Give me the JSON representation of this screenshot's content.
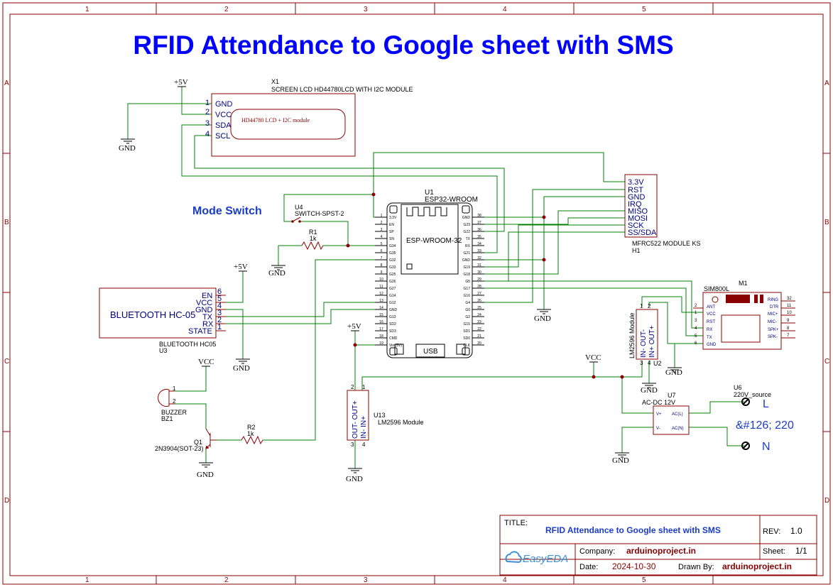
{
  "title": "RFID Attendance to Google sheet with SMS",
  "border": {
    "cols": [
      "1",
      "2",
      "3",
      "4",
      "5"
    ],
    "rows": [
      "A",
      "B",
      "C",
      "D"
    ]
  },
  "annotations": {
    "mode_switch": "Mode Switch",
    "l": "L",
    "n": "N",
    "ac220": "&#126; 220"
  },
  "power": {
    "p5v": "+5V",
    "gnd": "GND",
    "vcc": "VCC"
  },
  "lcd": {
    "ref": "X1",
    "name": "SCREEN LCD HD44780LCD WITH I2C MODULE",
    "inner": "HD44780 LCD + I2C module",
    "pins": [
      {
        "num": "1",
        "name": "GND"
      },
      {
        "num": "2",
        "name": "VCC"
      },
      {
        "num": "3",
        "name": "SDA"
      },
      {
        "num": "4",
        "name": "SCL"
      }
    ]
  },
  "esp32": {
    "ref": "U1",
    "name": "ESP32-WROOM",
    "chip": "ESP-WROOM-32",
    "usb": "USB",
    "left_pins": [
      {
        "num": "1",
        "name": "3.3V"
      },
      {
        "num": "2",
        "name": "EN"
      },
      {
        "num": "3",
        "name": "SP"
      },
      {
        "num": "4",
        "name": "SN"
      },
      {
        "num": "5",
        "name": "G34"
      },
      {
        "num": "6",
        "name": "G35"
      },
      {
        "num": "7",
        "name": "G32"
      },
      {
        "num": "8",
        "name": "G33"
      },
      {
        "num": "9",
        "name": "G25"
      },
      {
        "num": "10",
        "name": "G26"
      },
      {
        "num": "11",
        "name": "G27"
      },
      {
        "num": "12",
        "name": "G14"
      },
      {
        "num": "13",
        "name": "G12"
      },
      {
        "num": "14",
        "name": "GND"
      },
      {
        "num": "15",
        "name": "G13"
      },
      {
        "num": "16",
        "name": "SD2"
      },
      {
        "num": "17",
        "name": "SD3"
      },
      {
        "num": "18",
        "name": "CMD"
      },
      {
        "num": "19",
        "name": "Vin (5V)"
      }
    ],
    "right_pins": [
      {
        "num": "38",
        "name": "GND"
      },
      {
        "num": "37",
        "name": "G23"
      },
      {
        "num": "36",
        "name": "G22"
      },
      {
        "num": "35",
        "name": "TX"
      },
      {
        "num": "34",
        "name": "RX"
      },
      {
        "num": "33",
        "name": "G21"
      },
      {
        "num": "32",
        "name": "GND"
      },
      {
        "num": "31",
        "name": "G19"
      },
      {
        "num": "30",
        "name": "G18"
      },
      {
        "num": "29",
        "name": "G5"
      },
      {
        "num": "28",
        "name": "G17"
      },
      {
        "num": "27",
        "name": "G16"
      },
      {
        "num": "26",
        "name": "G4"
      },
      {
        "num": "25",
        "name": "G0"
      },
      {
        "num": "24",
        "name": "G2"
      },
      {
        "num": "23",
        "name": "G15"
      },
      {
        "num": "22",
        "name": "SD1"
      },
      {
        "num": "21",
        "name": "SD0"
      },
      {
        "num": "20",
        "name": "CLK"
      }
    ]
  },
  "rfid": {
    "ref": "H1",
    "name": "MFRC522 MODULE KS",
    "pins": [
      "3.3V",
      "RST",
      "GND",
      "IRQ",
      "MISO",
      "MOSI",
      "SCK",
      "SS/SDA"
    ]
  },
  "switch": {
    "ref": "U4",
    "name": "SWITCH-SPST-2"
  },
  "r1": {
    "ref": "R1",
    "value": "1k"
  },
  "r2": {
    "ref": "R2",
    "value": "1k"
  },
  "bluetooth": {
    "inner": "BLUETOOTH HC-05",
    "name": "BLUETOOTH HC05",
    "ref": "U3",
    "pins": [
      {
        "num": "6",
        "name": "EN"
      },
      {
        "num": "5",
        "name": "VCC"
      },
      {
        "num": "4",
        "name": "GND"
      },
      {
        "num": "3",
        "name": "TX"
      },
      {
        "num": "2",
        "name": "RX"
      },
      {
        "num": "1",
        "name": "STATE"
      }
    ]
  },
  "buzzer": {
    "name": "BUZZER",
    "ref": "BZ1",
    "pin1": "1",
    "pin2": "2"
  },
  "q1": {
    "ref": "Q1",
    "name": "2N3904(SOT-23)"
  },
  "sim": {
    "ref": "M1",
    "name": "SIM800L",
    "left_pins": [
      {
        "num": "2",
        "name": "ANT"
      },
      {
        "num": "1",
        "name": "VCC"
      },
      {
        "num": "3",
        "name": "RST"
      },
      {
        "num": "4",
        "name": "RX"
      },
      {
        "num": "5",
        "name": "TX"
      },
      {
        "num": "6",
        "name": "GND"
      }
    ],
    "right_pins": [
      {
        "num": "32",
        "name": "RING"
      },
      {
        "num": "11",
        "name": "DTR"
      },
      {
        "num": "10",
        "name": "MIC+"
      },
      {
        "num": "9",
        "name": "MIC-"
      },
      {
        "num": "8",
        "name": "SPK+"
      },
      {
        "num": "7",
        "name": "SPK-"
      }
    ]
  },
  "lm_u2": {
    "ref": "U2",
    "name": "LM2596 Module",
    "top": "IN+  OUT+",
    "bottom": "IN-  OUT-",
    "pins": [
      "1",
      "2",
      "3",
      "4"
    ]
  },
  "lm_u13": {
    "ref": "U13",
    "name": "LM2596 Module",
    "left": "OUT-  OUT+",
    "right": "IN-  IN+",
    "pins": [
      "1",
      "2",
      "3",
      "4"
    ]
  },
  "acdc": {
    "ref": "U7",
    "name": "AC-DC 12V",
    "pins": [
      "V+",
      "V-",
      "AC(L)",
      "AC(N)"
    ]
  },
  "source": {
    "ref": "U6",
    "name": "220V_source"
  },
  "titleblock": {
    "title_label": "TITLE:",
    "title": "RFID Attendance to Google sheet with SMS",
    "rev_label": "REV:",
    "rev": "1.0",
    "logo": "EasyEDA",
    "company_label": "Company:",
    "company": "arduinoproject.in",
    "sheet_label": "Sheet:",
    "sheet": "1/1",
    "date_label": "Date:",
    "date": "2024-10-30",
    "drawn_label": "Drawn By:",
    "drawn": "arduinoproject.in"
  },
  "colors": {
    "border": "#8b0000",
    "wire": "#008000",
    "component": "#8b0000",
    "pin": "#000080",
    "title": "#0000ff"
  }
}
